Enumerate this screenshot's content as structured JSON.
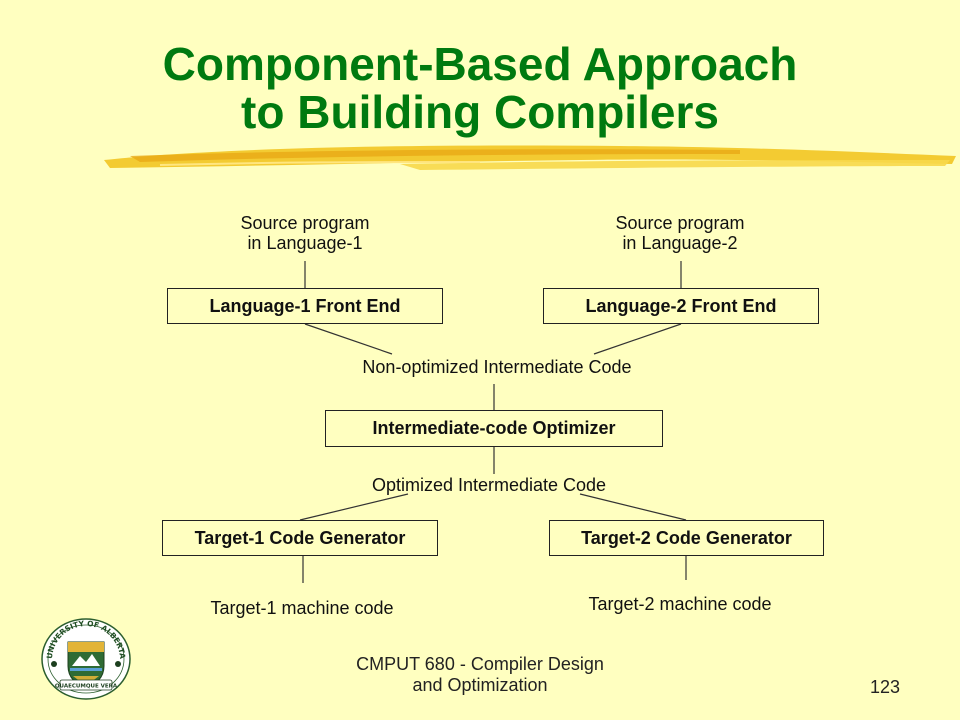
{
  "slide": {
    "title_line1": "Component-Based Approach",
    "title_line2": "to Building Compilers"
  },
  "diagram": {
    "source1_line1": "Source program",
    "source1_line2": "in Language-1",
    "source2_line1": "Source program",
    "source2_line2": "in Language-2",
    "front_end_1": "Language-1 Front End",
    "front_end_2": "Language-2 Front End",
    "non_optimized_ic": "Non-optimized Intermediate Code",
    "optimizer": "Intermediate-code Optimizer",
    "optimized_ic": "Optimized Intermediate Code",
    "codegen_1": "Target-1 Code Generator",
    "codegen_2": "Target-2 Code Generator",
    "machine_code_1": "Target-1 machine code",
    "machine_code_2": "Target-2 machine code"
  },
  "footer": {
    "course_line1": "CMPUT 680 - Compiler Design",
    "course_line2": "and Optimization",
    "page_number": "123"
  },
  "colors": {
    "background": "#FFFFC0",
    "title": "#007A10",
    "brush": "#F2C522"
  },
  "logo": {
    "text_top": "UNIVERSITY OF ALBERTA",
    "motto": "QUAECUMQUE VERA"
  }
}
